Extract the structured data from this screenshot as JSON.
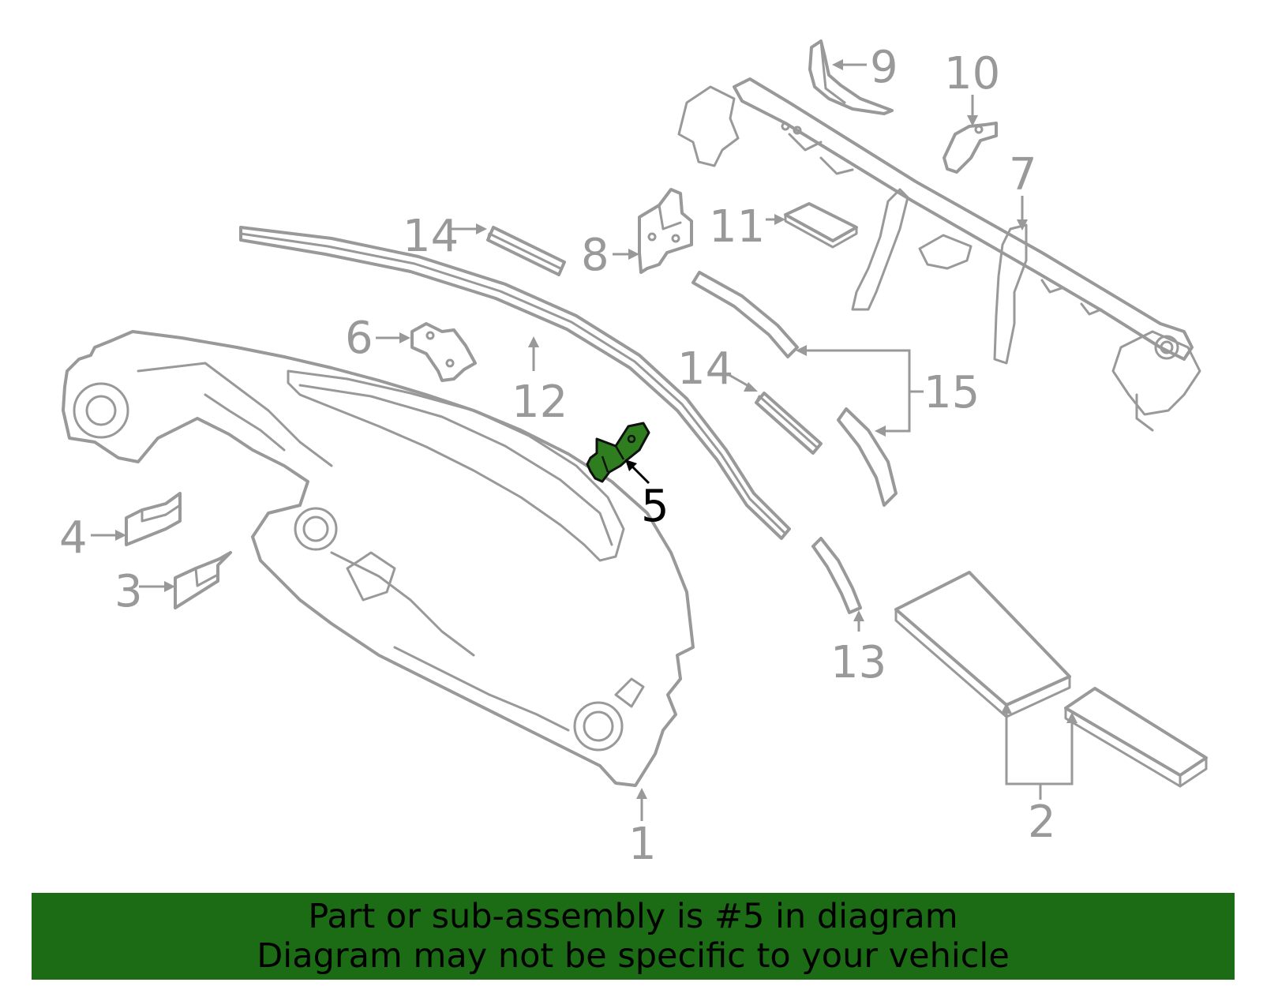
{
  "diagram": {
    "callouts": {
      "c1": "1",
      "c2": "2",
      "c3": "3",
      "c4": "4",
      "c5": "5",
      "c6": "6",
      "c7": "7",
      "c8": "8",
      "c9": "9",
      "c10": "10",
      "c11": "11",
      "c12": "12",
      "c13": "13",
      "c14a": "14",
      "c14b": "14",
      "c15": "15"
    },
    "highlighted_part": "5",
    "colors": {
      "outline": "#999999",
      "highlight_fill": "#2e7d1f",
      "highlight_callout": "#000000",
      "banner_bg": "#1c6b15"
    }
  },
  "banner": {
    "line1": "Part or sub-assembly is #5 in diagram",
    "line2": "Diagram may not be specific to your vehicle"
  }
}
